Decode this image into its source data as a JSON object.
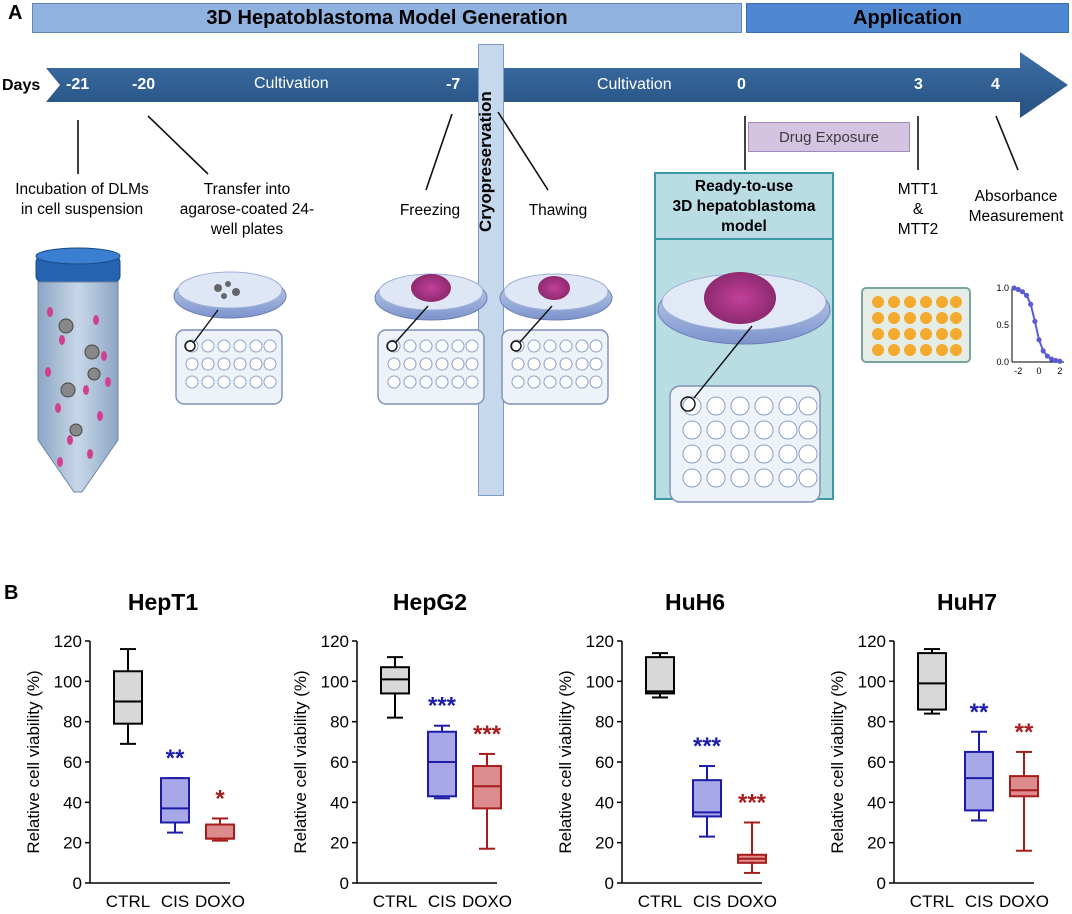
{
  "panel_a": {
    "letter": "A",
    "header_generation": "3D Hepatoblastoma Model Generation",
    "header_application": "Application",
    "days_label": "Days",
    "day_ticks": [
      "-21",
      "-20",
      "-7",
      "0",
      "3",
      "4"
    ],
    "cultivation_1": "Cultivation",
    "cultivation_2": "Cultivation",
    "cryopreservation": "Cryopreservation",
    "drug_exposure": "Drug Exposure",
    "steps": {
      "incubation": [
        "Incubation of DLMs",
        "in cell suspension"
      ],
      "transfer": [
        "Transfer into",
        "agarose-coated 24-",
        "well plates"
      ],
      "freezing": "Freezing",
      "thawing": "Thawing",
      "ready": [
        "Ready-to-use",
        "3D hepatoblastoma",
        "model"
      ],
      "mtt": [
        "MTT1",
        "&",
        "MTT2"
      ],
      "absorbance": [
        "Absorbance",
        "Measurement"
      ]
    },
    "mini_curve": {
      "y_ticks": [
        "1.0",
        "0.5",
        "0.0"
      ],
      "x_ticks": [
        "-2",
        "0",
        "2"
      ],
      "points": [
        [
          -2.4,
          1.0
        ],
        [
          -2.0,
          0.98
        ],
        [
          -1.6,
          0.95
        ],
        [
          -1.2,
          0.9
        ],
        [
          -0.8,
          0.78
        ],
        [
          -0.4,
          0.55
        ],
        [
          0.0,
          0.3
        ],
        [
          0.4,
          0.15
        ],
        [
          0.8,
          0.08
        ],
        [
          1.2,
          0.04
        ],
        [
          1.6,
          0.02
        ],
        [
          2.0,
          0.01
        ]
      ],
      "color": "#5b5bd6"
    }
  },
  "panel_b": {
    "letter": "B"
  },
  "colors": {
    "ctrl_fill": "#d8d8d8",
    "ctrl_stroke": "#000000",
    "cis_fill": "#a8a8e8",
    "cis_stroke": "#1c1ca8",
    "doxo_fill": "#dc8c8c",
    "doxo_stroke": "#a81c1c",
    "timeline": "#2e5f95",
    "cryo_bar": "#c6d8ec",
    "ready_box": "#b9dde2"
  },
  "chart_data": [
    {
      "type": "box",
      "title": "HepT1",
      "ylabel": "Relative cell viability (%)",
      "ylim": [
        0,
        120
      ],
      "y_ticks": [
        "0",
        "20",
        "40",
        "60",
        "80",
        "100",
        "120"
      ],
      "categories": [
        "CTRL",
        "CIS",
        "DOXO"
      ],
      "boxes": [
        {
          "name": "CTRL",
          "min": 69,
          "q1": 79,
          "median": 90,
          "q3": 105,
          "max": 116
        },
        {
          "name": "CIS",
          "min": 25,
          "q1": 30,
          "median": 37,
          "q3": 52,
          "max": 52
        },
        {
          "name": "DOXO",
          "min": 21,
          "q1": 22,
          "median": 22,
          "q3": 29,
          "max": 32
        }
      ],
      "significance": {
        "CIS": "**",
        "DOXO": "*"
      }
    },
    {
      "type": "box",
      "title": "HepG2",
      "ylabel": "Relative cell viability (%)",
      "ylim": [
        0,
        120
      ],
      "y_ticks": [
        "0",
        "20",
        "40",
        "60",
        "80",
        "100",
        "120"
      ],
      "categories": [
        "CTRL",
        "CIS",
        "DOXO"
      ],
      "boxes": [
        {
          "name": "CTRL",
          "min": 82,
          "q1": 94,
          "median": 101,
          "q3": 107,
          "max": 112
        },
        {
          "name": "CIS",
          "min": 42,
          "q1": 43,
          "median": 60,
          "q3": 75,
          "max": 78
        },
        {
          "name": "DOXO",
          "min": 17,
          "q1": 37,
          "median": 48,
          "q3": 58,
          "max": 64
        }
      ],
      "significance": {
        "CIS": "***",
        "DOXO": "***"
      }
    },
    {
      "type": "box",
      "title": "HuH6",
      "ylabel": "Relative cell viability (%)",
      "ylim": [
        0,
        120
      ],
      "y_ticks": [
        "0",
        "20",
        "40",
        "60",
        "80",
        "100",
        "120"
      ],
      "categories": [
        "CTRL",
        "CIS",
        "DOXO"
      ],
      "boxes": [
        {
          "name": "CTRL",
          "min": 92,
          "q1": 94,
          "median": 95,
          "q3": 112,
          "max": 114
        },
        {
          "name": "CIS",
          "min": 23,
          "q1": 33,
          "median": 35,
          "q3": 51,
          "max": 58
        },
        {
          "name": "DOXO",
          "min": 5,
          "q1": 10,
          "median": 12,
          "q3": 14,
          "max": 30
        }
      ],
      "significance": {
        "CIS": "***",
        "DOXO": "***"
      }
    },
    {
      "type": "box",
      "title": "HuH7",
      "ylabel": "Relative cell viability (%)",
      "ylim": [
        0,
        120
      ],
      "y_ticks": [
        "0",
        "20",
        "40",
        "60",
        "80",
        "100",
        "120"
      ],
      "categories": [
        "CTRL",
        "CIS",
        "DOXO"
      ],
      "boxes": [
        {
          "name": "CTRL",
          "min": 84,
          "q1": 86,
          "median": 99,
          "q3": 114,
          "max": 116
        },
        {
          "name": "CIS",
          "min": 31,
          "q1": 36,
          "median": 52,
          "q3": 65,
          "max": 75
        },
        {
          "name": "DOXO",
          "min": 16,
          "q1": 43,
          "median": 46,
          "q3": 53,
          "max": 65
        }
      ],
      "significance": {
        "CIS": "**",
        "DOXO": "**"
      }
    }
  ]
}
